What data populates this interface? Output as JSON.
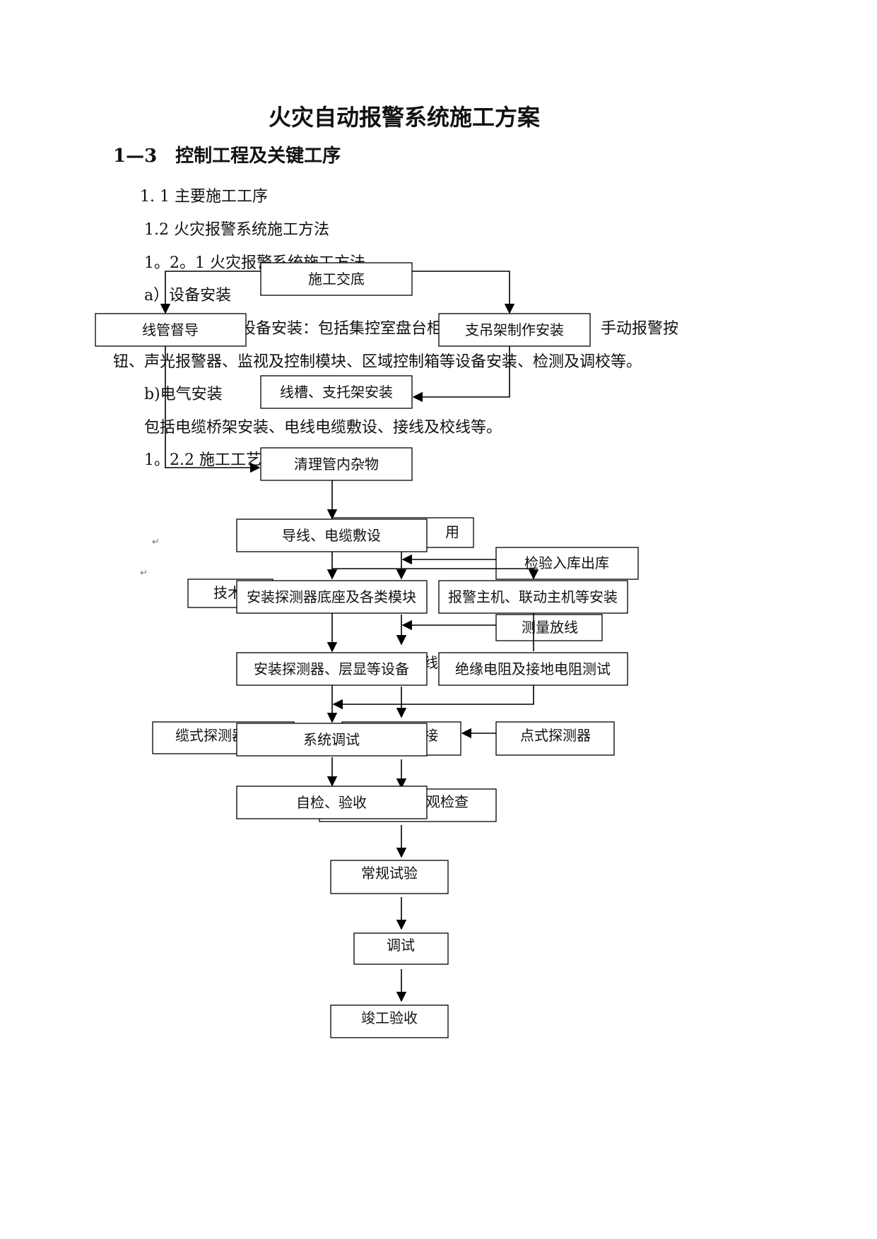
{
  "title": "火灾自动报警系统施工方案",
  "section_heading": "1—3　控制工程及关键工序",
  "paragraphs": {
    "p1": "1. 1 主要施工工序",
    "p2": "1.2  火灾报警系统施工方法",
    "p3": "1。2。1 火灾报警系统施工方法",
    "p4": "a）设备安装",
    "p5a": "设备安装：包括集控室盘台柜",
    "p5b": "手动报警按",
    "p6": "钮、声光报警器、监视及控制模块、区域控制箱等设备安装、检测及调校等。",
    "p7": "b)电气安装",
    "p8": "包括电缆桥架安装、电线电缆敷设、接线及校线等。",
    "p9": "1。2.2  施工工艺流程"
  },
  "front_flow": {
    "n1": "施工交底",
    "n2": "线管督导",
    "n3": "支吊架制作安装",
    "n4": "线槽、支托架安装",
    "n5": "清理管内杂物",
    "n6": "导线、电缆敷设",
    "n7": "安装探测器底座及各类模块",
    "n8": "报警主机、联动主机等安装",
    "n9": "安装探测器、层显等设备",
    "n10": "绝缘电阻及接地电阻测试",
    "n11": "系统调试",
    "n12": "自检、验收"
  },
  "back_flow": {
    "b1": "用",
    "b2": "检验入库出库",
    "b3": "技术",
    "b4": "测量放线",
    "b5": "线",
    "b6": "缆式探测器",
    "b7": "接",
    "b8": "点式探测器",
    "b9": "观检查",
    "b10": "常规试验",
    "b11": "调试",
    "b12": "竣工验收"
  }
}
